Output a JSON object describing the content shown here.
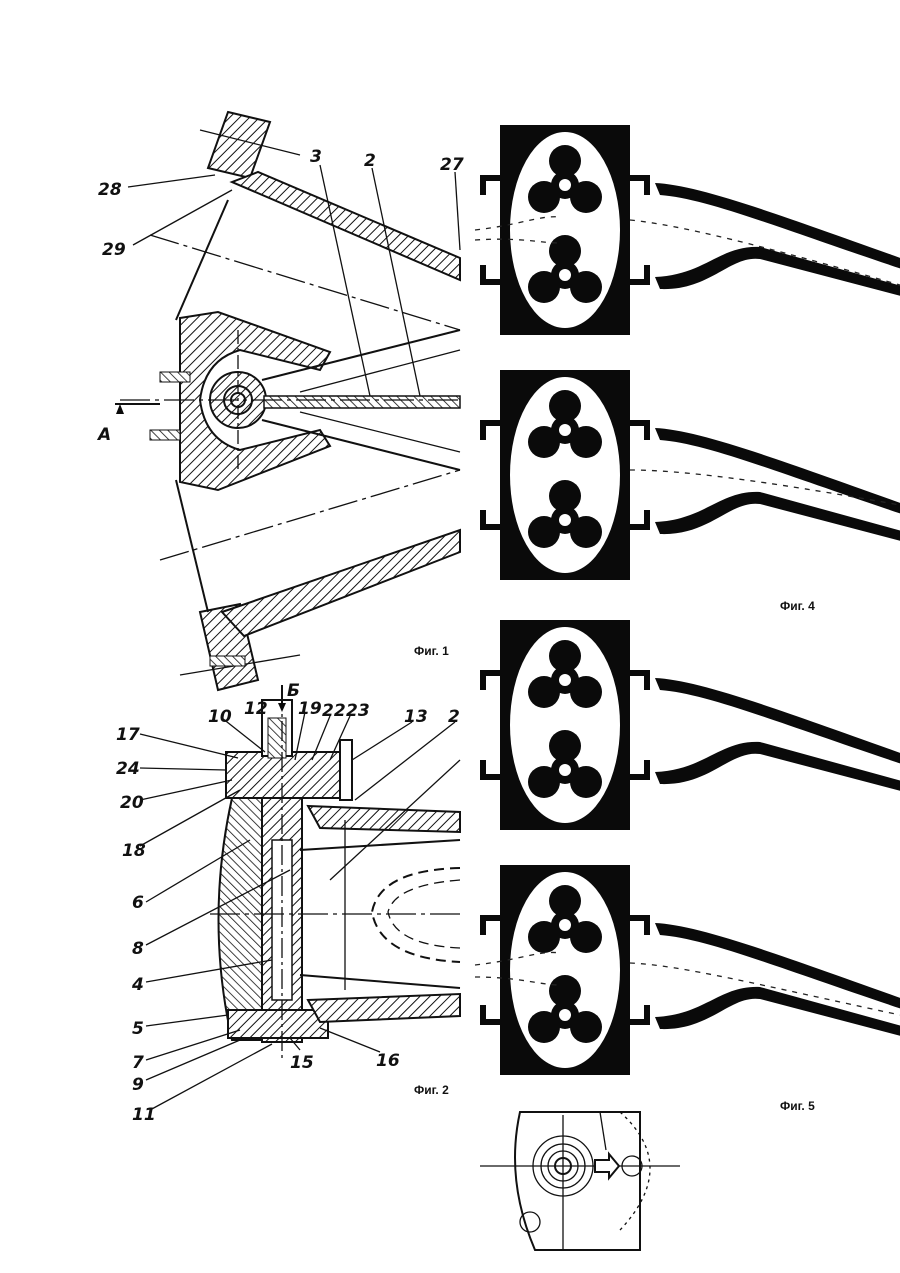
{
  "figures": {
    "fig1": {
      "caption": "Фиг. 1"
    },
    "fig2": {
      "caption": "Фиг. 2"
    },
    "fig4": {
      "caption": "Фиг. 4"
    },
    "fig5": {
      "caption": "Фиг. 5"
    }
  },
  "labels": {
    "fig1": [
      "28",
      "29",
      "3",
      "2",
      "27",
      "A"
    ],
    "fig2": [
      "17",
      "24",
      "20",
      "18",
      "6",
      "8",
      "4",
      "5",
      "7",
      "9",
      "11",
      "10",
      "12",
      "19",
      "22",
      "23",
      "13",
      "2",
      "15",
      "16",
      "Б"
    ]
  }
}
